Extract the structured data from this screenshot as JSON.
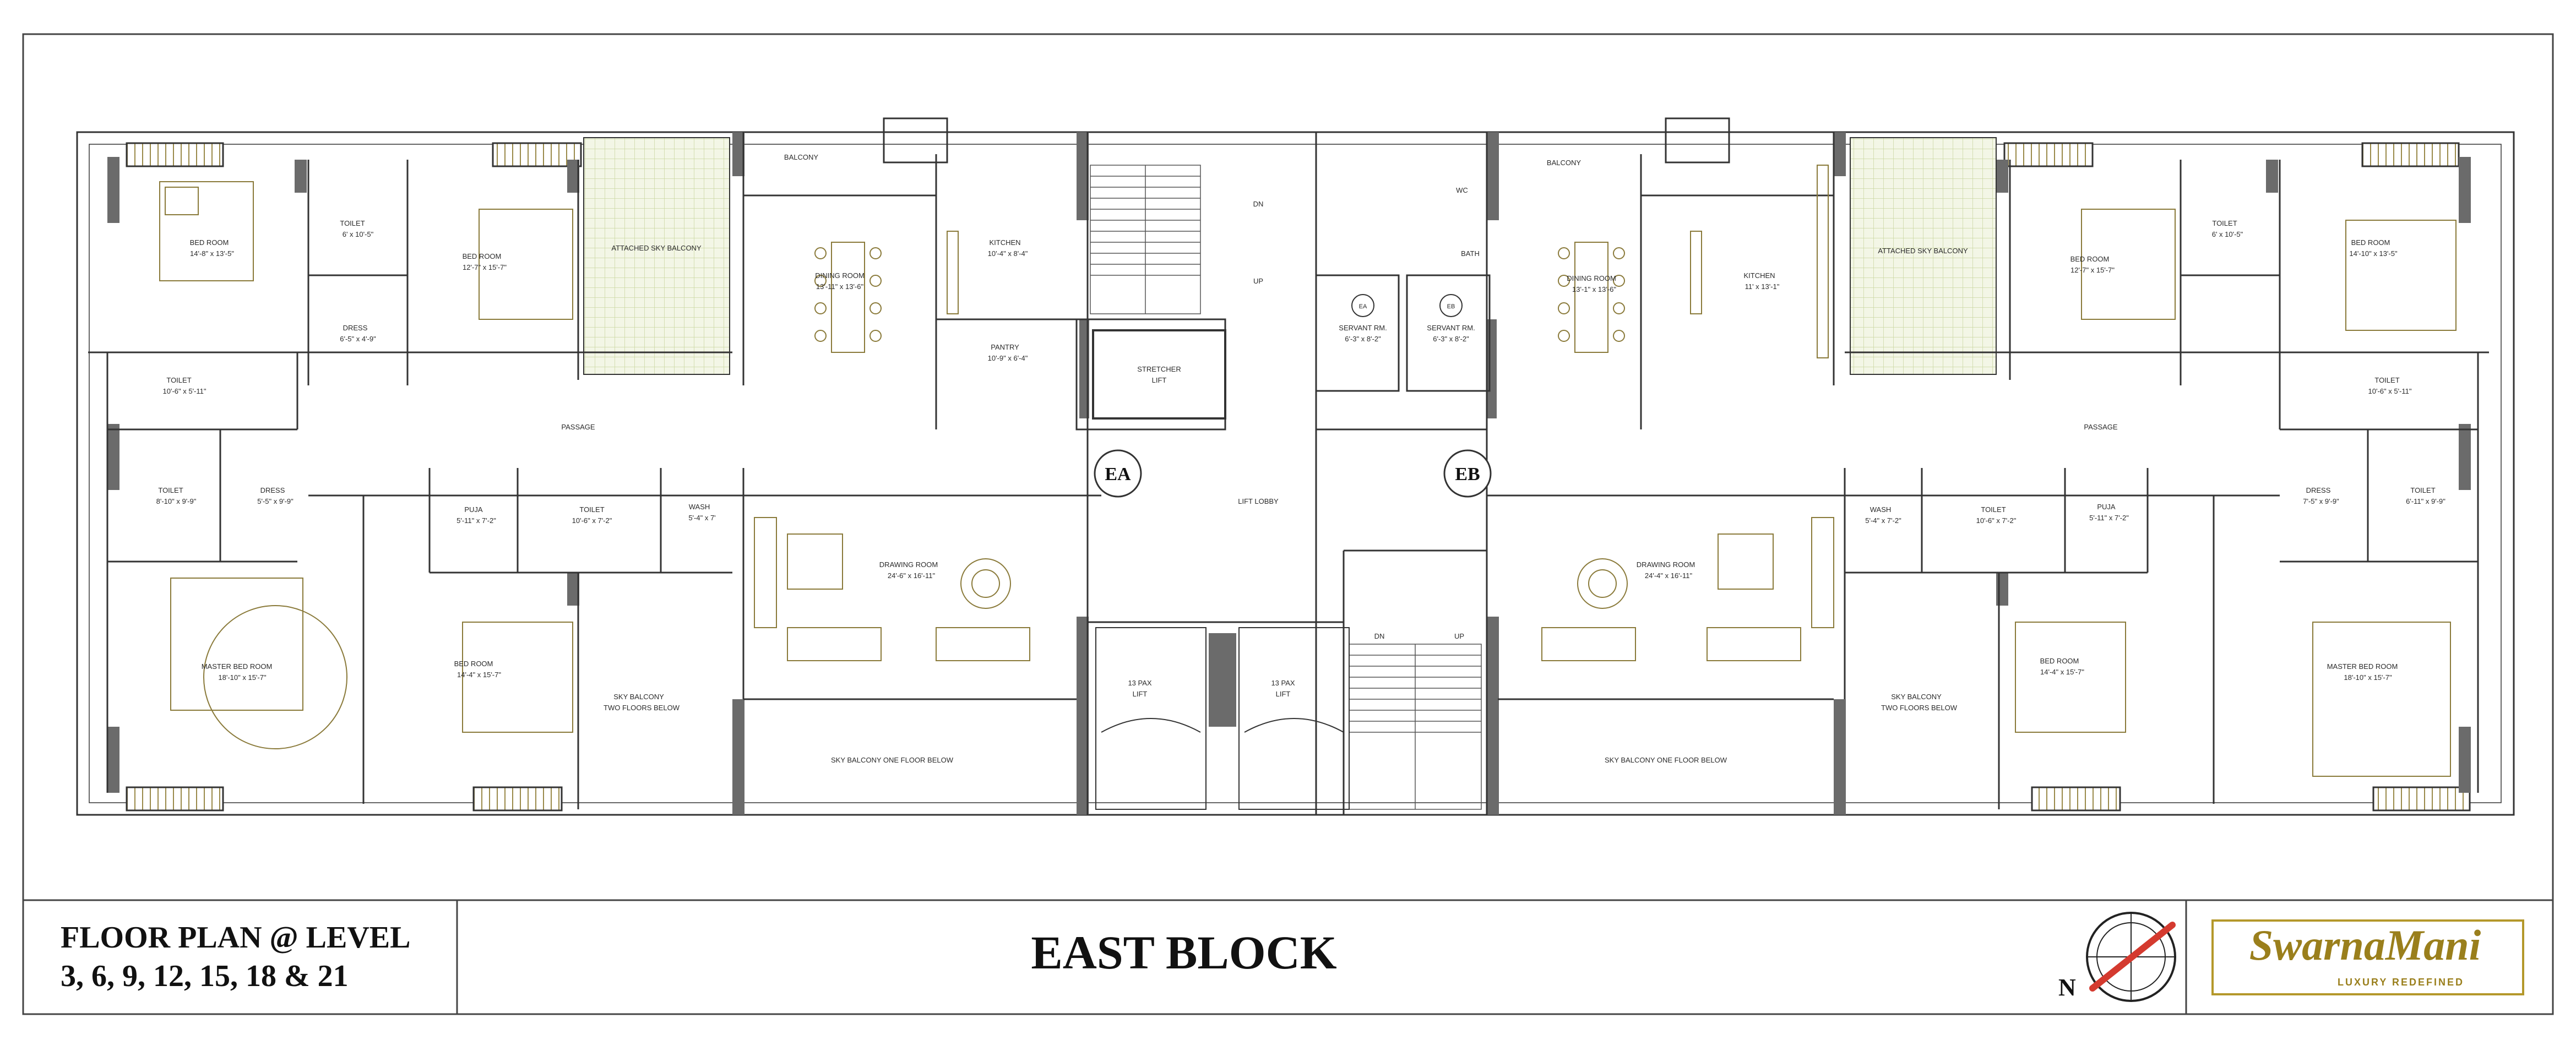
{
  "title_block": {
    "floor_plan_line1": "FLOOR PLAN @ LEVEL",
    "floor_plan_line2": "3, 6, 9, 12, 15, 18 & 21",
    "block_name": "EAST BLOCK",
    "north_label": "N",
    "logo_name": "SwarnaMani",
    "logo_tagline": "LUXURY REDEFINED"
  },
  "core": {
    "lift_lobby": "LIFT LOBBY",
    "stretcher_lift_1": "STRETCHER",
    "stretcher_lift_2": "LIFT",
    "lift_a_1": "13 PAX",
    "lift_a_2": "LIFT",
    "lift_b_1": "13 PAX",
    "lift_b_2": "LIFT",
    "stair_top_dn": "DN",
    "stair_top_up": "UP",
    "stair_bottom_dn": "DN",
    "stair_bottom_up": "UP",
    "ea_bubble": "EA",
    "eb_bubble": "EB",
    "servant_ea_tag": "EA",
    "servant_eb_tag": "EB",
    "servant_ea_name": "SERVANT RM.",
    "servant_ea_dim": "6'-3\" x 8'-2\"",
    "servant_eb_name": "SERVANT RM.",
    "servant_eb_dim": "6'-3\" x 8'-2\"",
    "wc": "WC",
    "bath": "BATH"
  },
  "unit_ea": {
    "bed_room_1_name": "BED ROOM",
    "bed_room_1_dim": "14'-8\" x 13'-5\"",
    "toilet_1_name": "TOILET",
    "toilet_1_dim": "6' x 10'-5\"",
    "bed_room_2_name": "BED ROOM",
    "bed_room_2_dim": "12'-7\" x 15'-7\"",
    "dress_1_name": "DRESS",
    "dress_1_dim": "6'-5\" x 4'-9\"",
    "attached_sky_balcony": "ATTACHED SKY BALCONY",
    "balcony": "BALCONY",
    "dining_room_name": "DINING ROOM",
    "dining_room_dim": "13'-11\" x 13'-6\"",
    "kitchen_name": "KITCHEN",
    "kitchen_dim": "10'-4\" x 8'-4\"",
    "pantry_name": "PANTRY",
    "pantry_dim": "10'-9\" x 6'-4\"",
    "toilet_2_name": "TOILET",
    "toilet_2_dim": "10'-6\" x 5'-11\"",
    "passage": "PASSAGE",
    "toilet_3_name": "TOILET",
    "toilet_3_dim": "8'-10\" x 9'-9\"",
    "dress_2_name": "DRESS",
    "dress_2_dim": "5'-5\" x 9'-9\"",
    "puja_name": "PUJA",
    "puja_dim": "5'-11\" x 7'-2\"",
    "toilet_4_name": "TOILET",
    "toilet_4_dim": "10'-6\" x 7'-2\"",
    "wash_name": "WASH",
    "wash_dim": "5'-4\" x 7'",
    "drawing_room_name": "DRAWING ROOM",
    "drawing_room_dim": "24'-6\" x 16'-11\"",
    "master_bed_name": "MASTER BED ROOM",
    "master_bed_dim": "18'-10\" x 15'-7\"",
    "bed_room_3_name": "BED ROOM",
    "bed_room_3_dim": "14'-4\" x 15'-7\"",
    "sky_balcony_1": "SKY BALCONY",
    "sky_balcony_2": "TWO FLOORS BELOW",
    "sky_balcony_one_floor": "SKY BALCONY ONE FLOOR BELOW"
  },
  "unit_eb": {
    "balcony": "BALCONY",
    "dining_room_name": "DINING ROOM",
    "dining_room_dim": "13'-1\" x 13'-6\"",
    "kitchen_name": "KITCHEN",
    "kitchen_dim": "11' x 13'-1\"",
    "attached_sky_balcony": "ATTACHED SKY BALCONY",
    "bed_room_1_name": "BED ROOM",
    "bed_room_1_dim": "12'-7\" x 15'-7\"",
    "toilet_1_name": "TOILET",
    "toilet_1_dim": "6' x 10'-5\"",
    "bed_room_2_name": "BED ROOM",
    "bed_room_2_dim": "14'-10\" x 13'-5\"",
    "toilet_2_name": "TOILET",
    "toilet_2_dim": "10'-6\" x 5'-11\"",
    "passage": "PASSAGE",
    "dress_name": "DRESS",
    "dress_dim": "7'-5\" x 9'-9\"",
    "toilet_3_name": "TOILET",
    "toilet_3_dim": "6'-11\" x 9'-9\"",
    "wash_name": "WASH",
    "wash_dim": "5'-4\" x 7'-2\"",
    "toilet_4_name": "TOILET",
    "toilet_4_dim": "10'-6\" x 7'-2\"",
    "puja_name": "PUJA",
    "puja_dim": "5'-11\" x 7'-2\"",
    "drawing_room_name": "DRAWING ROOM",
    "drawing_room_dim": "24'-4\" x 16'-11\"",
    "sky_balcony_one_floor": "SKY BALCONY ONE FLOOR BELOW",
    "sky_balcony_1": "SKY BALCONY",
    "sky_balcony_2": "TWO FLOORS BELOW",
    "bed_room_3_name": "BED ROOM",
    "bed_room_3_dim": "14'-4\" x 15'-7\"",
    "master_bed_name": "MASTER BED ROOM",
    "master_bed_dim": "18'-10\" x 15'-7\""
  },
  "colors": {
    "wall": "#6b6b6b",
    "line": "#333333",
    "furniture": "#8a7a3a",
    "balcony_grid": "#c9d6a0",
    "logo_gold": "#9a7f1c"
  }
}
